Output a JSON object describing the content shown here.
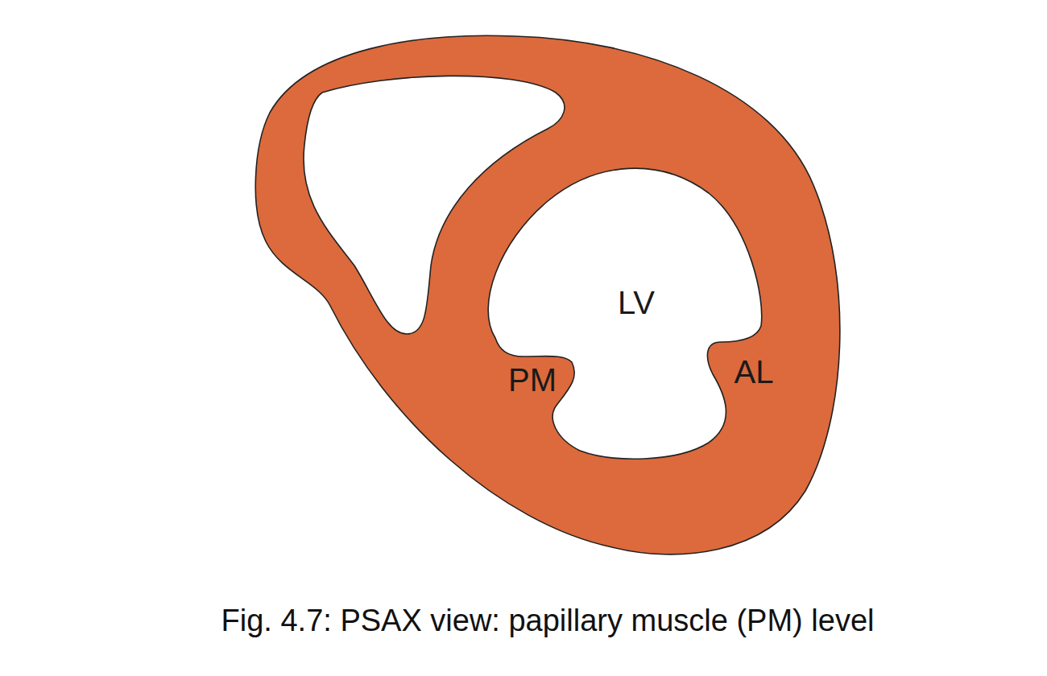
{
  "diagram": {
    "caption": "Fig. 4.7: PSAX view: papillary muscle (PM) level",
    "labels": [
      "LV",
      "PM",
      "AL"
    ]
  }
}
